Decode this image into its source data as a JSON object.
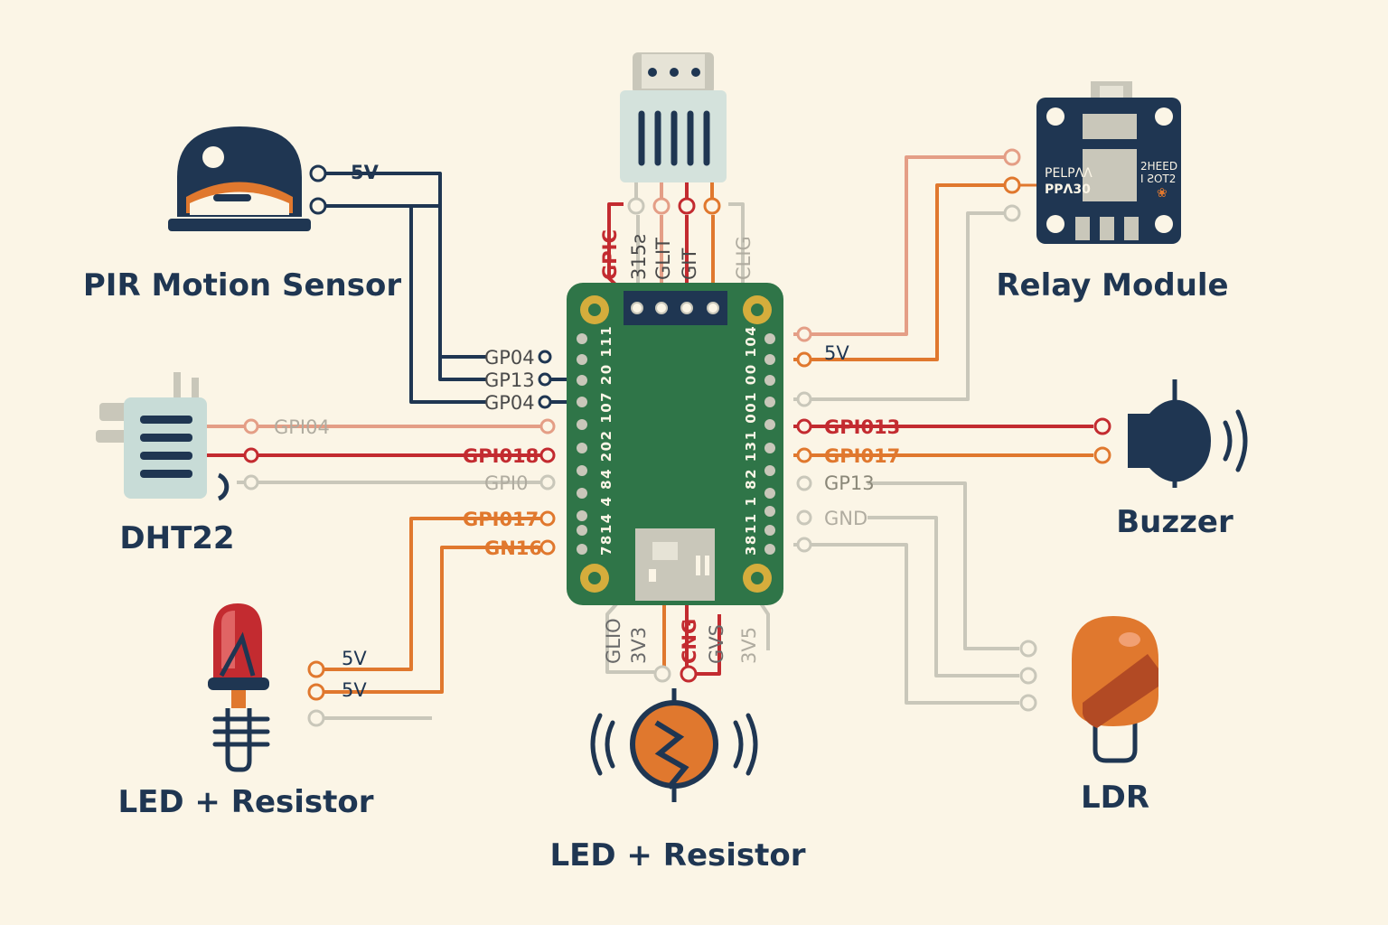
{
  "colors": {
    "background": "#fbf5e6",
    "navy": "#1f3652",
    "red": "#c32b30",
    "orange": "#e0782e",
    "salmon": "#e49e86",
    "grey": "#c9c7ba",
    "board": "#2f7548",
    "pad": "#d5ad3c"
  },
  "components": {
    "pir": {
      "title": "PIR Motion Sensor",
      "pin1": "5V"
    },
    "relay": {
      "title": "Relay Module",
      "chip_left": "PELPΛΛ",
      "chip_left2": "PPΛ30",
      "chip_right": "2HEED",
      "chip_right2": "I ƧOT2"
    },
    "dht": {
      "title": "DHT22"
    },
    "buzzer": {
      "title": "Buzzer"
    },
    "led_left": {
      "title": "LED + Resistor",
      "pin1": "5V",
      "pin2": "5V"
    },
    "led_bottom": {
      "title": "LED + Resistor"
    },
    "ldr": {
      "title": "LDR"
    }
  },
  "board": {
    "left_labels": [
      "GP04",
      "GP13",
      "GP04"
    ],
    "left_row1": "GPI04",
    "left_row2": "GPI018",
    "left_row3": "GPI0",
    "left_row4": "GPI017",
    "left_row5": "GN16",
    "right_5v": "5V",
    "right_row1": "GPI013",
    "right_row2": "GPI017",
    "right_row3": "GP13",
    "right_row4": "GND",
    "left_digits": "7814 4 84 202 107 20 111",
    "right_digits": "3811 1 82 131 001 00 104",
    "top_labels": [
      "GPIC",
      "315ƨ",
      "GLIT",
      "GIT",
      "CLIG"
    ],
    "bottom_labels": [
      "GLIO",
      "3V3",
      "CNG",
      "GVS",
      "3V5"
    ]
  }
}
